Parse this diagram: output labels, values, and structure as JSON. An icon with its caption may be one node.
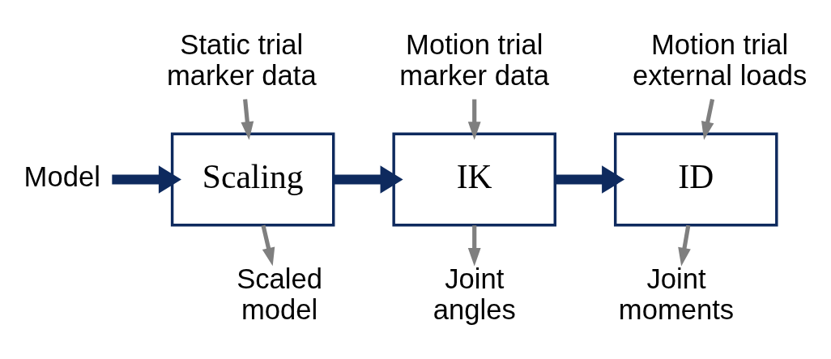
{
  "diagram": {
    "nodes": [
      {
        "text": [
          "Static trial marker data"
        ]
      },
      {
        "text": [
          "Motion trial marker data"
        ]
      },
      {
        "text": [
          "Motion trial external loads"
        ]
      },
      {
        "text": [
          "Model"
        ]
      },
      {
        "text": [
          "Scaling"
        ]
      },
      {
        "text": [
          "IK"
        ]
      },
      {
        "text": [
          "ID"
        ]
      },
      {
        "text": [
          "Scaled model"
        ]
      },
      {
        "text": [
          "Joint angles"
        ]
      },
      {
        "text": [
          "Joint moments"
        ]
      }
    ],
    "edges": [
      {
        "from": 3,
        "to": 4,
        "arrow": "to",
        "style": "thick",
        "color": "#0e2a5e"
      },
      {
        "from": 4,
        "to": 5,
        "arrow": "to",
        "style": "thick",
        "color": "#0e2a5e"
      },
      {
        "from": 5,
        "to": 6,
        "arrow": "to",
        "style": "thick",
        "color": "#0e2a5e"
      },
      {
        "from": 0,
        "to": 4,
        "arrow": "to"
      },
      {
        "from": 1,
        "to": 5,
        "arrow": "to"
      },
      {
        "from": 2,
        "to": 6,
        "arrow": "to"
      },
      {
        "from": 4,
        "to": 7,
        "arrow": "to"
      },
      {
        "from": 5,
        "to": 8,
        "arrow": "to"
      },
      {
        "from": 6,
        "to": 9,
        "arrow": "to"
      }
    ]
  }
}
